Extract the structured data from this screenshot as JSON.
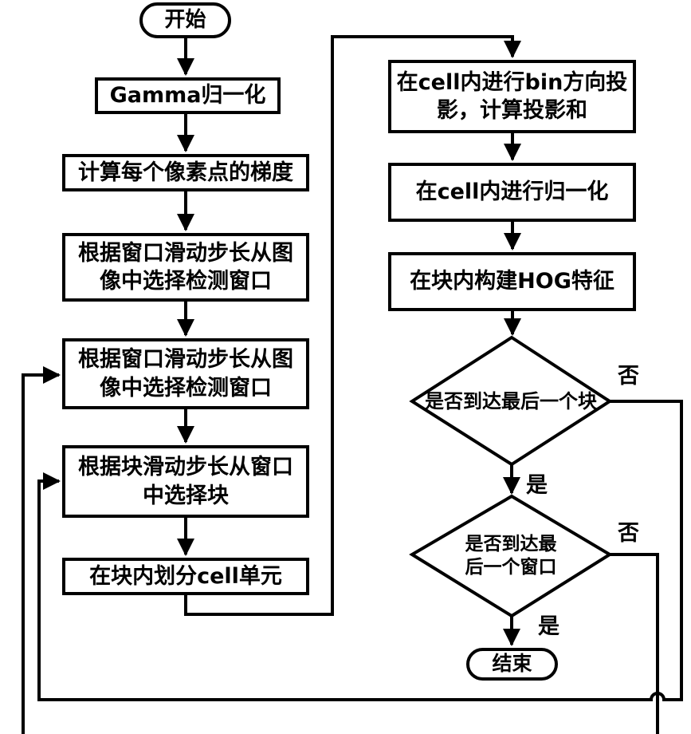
{
  "flowchart": {
    "nodes": {
      "start": "开始",
      "gamma": "Gamma归一化",
      "gradient": "计算每个像素点的梯度",
      "window1": "根据窗口滑动步长从图\n像中选择检测窗口",
      "window2": "根据窗口滑动步长从图\n像中选择检测窗口",
      "block": "根据块滑动步长从窗口\n中选择块",
      "cell": "在块内划分cell单元",
      "bin": "在cell内进行bin方向投\n影，计算投影和",
      "normalize": "在cell内进行归一化",
      "hog": "在块内构建HOG特征",
      "last_block": "是否到达最后一个块",
      "last_window": "是否到达最\n后一个窗口",
      "end": "结束"
    },
    "edge_labels": {
      "yes_block": "是",
      "no_block": "否",
      "yes_window": "是",
      "no_window": "否"
    },
    "edges": [
      {
        "from": "start",
        "to": "gamma"
      },
      {
        "from": "gamma",
        "to": "gradient"
      },
      {
        "from": "gradient",
        "to": "window1"
      },
      {
        "from": "window1",
        "to": "window2"
      },
      {
        "from": "window2",
        "to": "block"
      },
      {
        "from": "block",
        "to": "cell"
      },
      {
        "from": "cell",
        "to": "bin"
      },
      {
        "from": "bin",
        "to": "normalize"
      },
      {
        "from": "normalize",
        "to": "hog"
      },
      {
        "from": "hog",
        "to": "last_block"
      },
      {
        "from": "last_block",
        "to": "last_window",
        "label": "是"
      },
      {
        "from": "last_block",
        "to": "block",
        "label": "否"
      },
      {
        "from": "last_window",
        "to": "end",
        "label": "是"
      },
      {
        "from": "last_window",
        "to": "window2",
        "label": "否"
      }
    ],
    "colors": {
      "line": "#000000",
      "background": "#ffffff",
      "text": "#000000"
    }
  }
}
